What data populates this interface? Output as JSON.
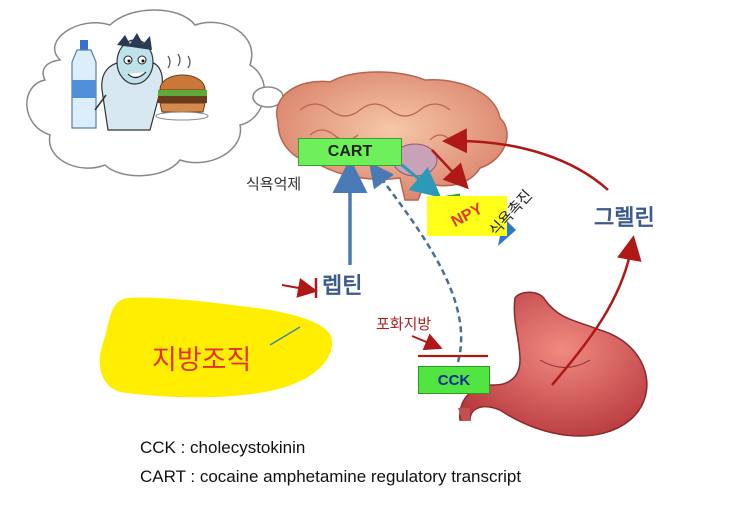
{
  "diagram": {
    "boxes": {
      "cart": "CART",
      "npy": "NPY",
      "cck": "CCK"
    },
    "labels": {
      "appetite_suppression": "식욕억제",
      "appetite_promotion": "식욕촉진",
      "leptin": "렙틴",
      "ghrelin": "그렐린",
      "satiety": "포화지방",
      "adipose_tissue": "지방조직"
    },
    "icons": [
      "thought-bubble-icon",
      "hungry-man-icon",
      "water-bottle-icon",
      "burger-icon",
      "brain-icon",
      "stomach-icon"
    ],
    "colors": {
      "box_green": "#6ef05a",
      "box_yellow": "#ffff1a",
      "fat_yellow": "#ffee00",
      "arrow_blue": "#4a7ab5",
      "arrow_red": "#b01818",
      "text_blue": "#3d5b8a",
      "text_red": "#e43232"
    }
  },
  "legend": {
    "cck": "CCK : cholecystokinin",
    "cart": "CART : cocaine amphetamine regulatory transcript"
  }
}
